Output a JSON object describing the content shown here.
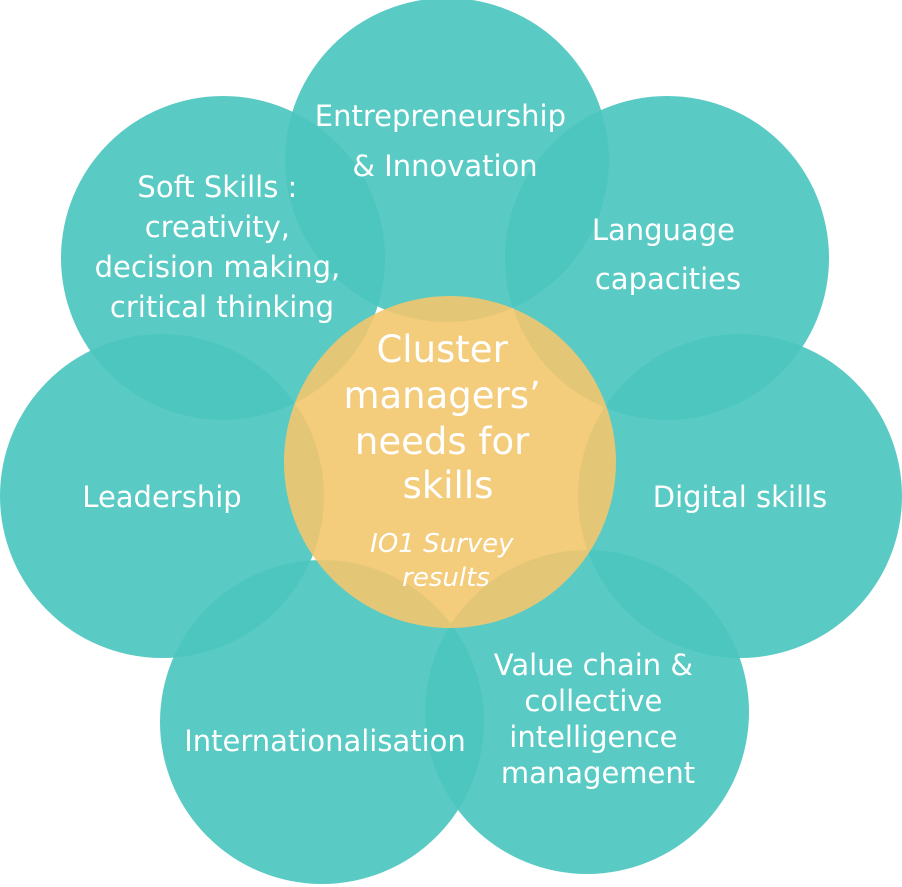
{
  "colors": {
    "petal": "#4ec6c0",
    "center": "#f2c76e",
    "text": "#ffffff"
  },
  "center": {
    "title_lines": [
      "Cluster",
      "managers’",
      "needs for",
      "skills"
    ],
    "subtitle_lines": [
      "IO1 Survey",
      "results"
    ]
  },
  "petals": [
    {
      "lines": [
        "Entrepreneurship",
        "& Innovation"
      ]
    },
    {
      "lines": [
        "Language",
        "capacities"
      ]
    },
    {
      "lines": [
        "Digital skills"
      ]
    },
    {
      "lines": [
        "Value chain &",
        "collective",
        "intelligence",
        "management"
      ]
    },
    {
      "lines": [
        "Internationalisation"
      ]
    },
    {
      "lines": [
        "Leadership"
      ]
    },
    {
      "lines": [
        "Soft Skills :",
        "creativity,",
        "decision making,",
        "critical thinking"
      ]
    }
  ]
}
